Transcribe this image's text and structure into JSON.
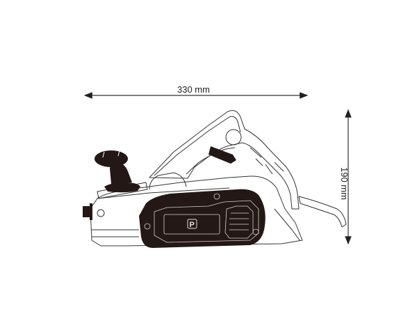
{
  "diagram": {
    "subject": "electric hand planer",
    "dimensions": {
      "width_label": "330 mm",
      "height_label": "190 mm"
    },
    "logo": {
      "icon": "p-logo-icon",
      "text": "P"
    },
    "colors": {
      "line": "#333333",
      "fill_dark": "#231815",
      "background": "#ffffff"
    }
  }
}
